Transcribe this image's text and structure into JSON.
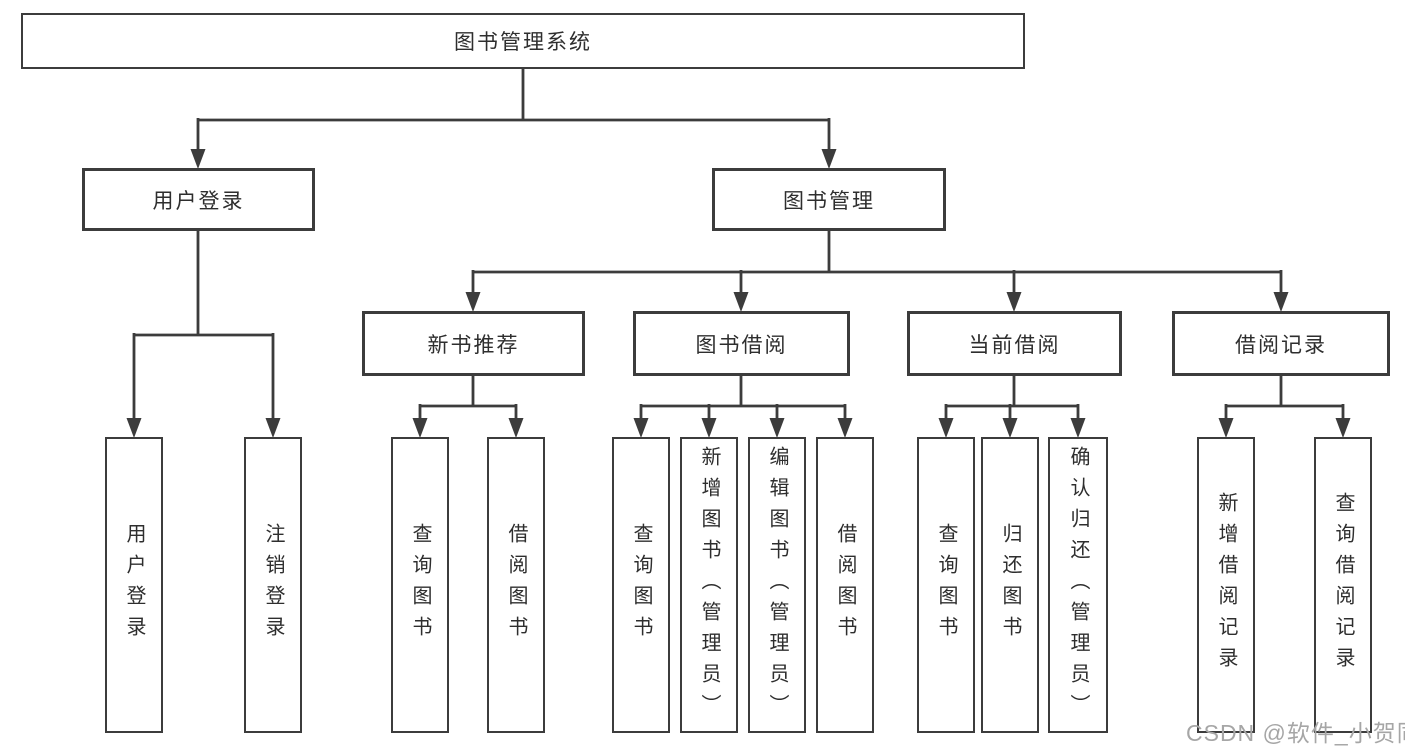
{
  "root": {
    "label": "图书管理系统"
  },
  "level2": [
    {
      "label": "用户登录"
    },
    {
      "label": "图书管理"
    }
  ],
  "level3": [
    {
      "label": "新书推荐"
    },
    {
      "label": "图书借阅"
    },
    {
      "label": "当前借阅"
    },
    {
      "label": "借阅记录"
    }
  ],
  "leaves": {
    "login": [
      "用户登录",
      "注销登录"
    ],
    "recommend": [
      "查询图书",
      "借阅图书"
    ],
    "borrow": [
      "查询图书",
      "新增图书（管理员）",
      "编辑图书（管理员）",
      "借阅图书"
    ],
    "current": [
      "查询图书",
      "归还图书",
      "确认归还（管理员）"
    ],
    "records": [
      "新增借阅记录",
      "查询借阅记录"
    ]
  },
  "watermark": "CSDN @软件_小贺同学",
  "colors": {
    "line": "#3c3c3c",
    "text": "#2e2e2e",
    "watermark": "#a6a6a6",
    "background": "#ffffff"
  }
}
